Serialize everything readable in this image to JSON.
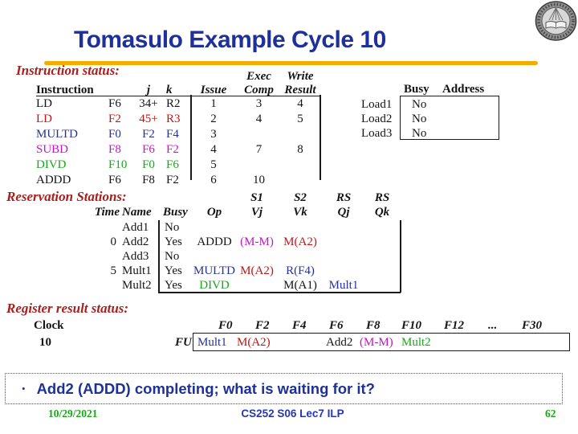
{
  "slide": {
    "title": "Tomasulo Example Cycle 10",
    "bullet_marker": "•",
    "bullet": "Add2 (ADDD) completing; what is waiting for it?",
    "footer": {
      "date": "10/29/2021",
      "course": "CS252 S06 Lec7 ILP",
      "page": "62"
    }
  },
  "colors": {
    "title_blue": "#1e3199",
    "heading_red": "#a81f1f",
    "gold_line": "#f2ae00",
    "row_red": "#c41414",
    "row_navy": "#28309a",
    "row_magenta": "#c414c4",
    "row_green": "#18a818",
    "footer_blue": "#2736b5",
    "text_black": "#141414"
  },
  "instruction_status": {
    "heading": "Instruction status:",
    "exec_header": "Exec",
    "write_header": "Write",
    "col_headers": {
      "instruction": "Instruction",
      "j": "j",
      "k": "k",
      "issue": "Issue",
      "comp": "Comp",
      "result": "Result"
    },
    "rows": [
      {
        "op": "LD",
        "d": "F6",
        "j": "34+",
        "k": "R2",
        "issue": "1",
        "comp": "3",
        "result": "4"
      },
      {
        "op": "LD",
        "d": "F2",
        "j": "45+",
        "k": "R3",
        "issue": "2",
        "comp": "4",
        "result": "5"
      },
      {
        "op": "MULTD",
        "d": "F0",
        "j": "F2",
        "k": "F4",
        "issue": "3"
      },
      {
        "op": "SUBD",
        "d": "F8",
        "j": "F6",
        "k": "F2",
        "issue": "4",
        "comp": "7",
        "result": "8"
      },
      {
        "op": "DIVD",
        "d": "F10",
        "j": "F0",
        "k": "F6",
        "issue": "5"
      },
      {
        "op": "ADDD",
        "d": "F6",
        "j": "F8",
        "k": "F2",
        "issue": "6",
        "comp": "10"
      }
    ]
  },
  "load_buffers": {
    "busy_header": "Busy",
    "address_header": "Address",
    "rows": [
      {
        "name": "Load1",
        "busy": "No"
      },
      {
        "name": "Load2",
        "busy": "No"
      },
      {
        "name": "Load3",
        "busy": "No"
      }
    ]
  },
  "reservation_stations": {
    "heading": "Reservation Stations:",
    "s1": "S1",
    "s2": "S2",
    "rs_qj": "RS",
    "rs_qk": "RS",
    "col_headers": {
      "time": "Time",
      "name": "Name",
      "busy": "Busy",
      "op": "Op",
      "vj": "Vj",
      "vk": "Vk",
      "qj": "Qj",
      "qk": "Qk"
    },
    "rows": [
      {
        "time": "",
        "name": "Add1",
        "busy": "No"
      },
      {
        "time": "0",
        "name": "Add2",
        "busy": "Yes",
        "op": "ADDD",
        "vj": "(M-M)",
        "vk": "M(A2)"
      },
      {
        "time": "",
        "name": "Add3",
        "busy": "No"
      },
      {
        "time": "5",
        "name": "Mult1",
        "busy": "Yes",
        "op": "MULTD",
        "vj": "M(A2)",
        "vk": "R(F4)"
      },
      {
        "time": "",
        "name": "Mult2",
        "busy": "Yes",
        "op": "DIVD",
        "vk": "M(A1)",
        "qj": "Mult1"
      }
    ]
  },
  "register_result": {
    "heading": "Register result status:",
    "clock_label": "Clock",
    "clock_value": "10",
    "fu_label": "FU",
    "headers": {
      "f0": "F0",
      "f2": "F2",
      "f4": "F4",
      "f6": "F6",
      "f8": "F8",
      "f10": "F10",
      "f12": "F12",
      "dots": "...",
      "f30": "F30"
    },
    "values": {
      "f0": "Mult1",
      "f2": "M(A2)",
      "f6": "Add2",
      "f8": "(M-M)",
      "f10": "Mult2"
    }
  }
}
